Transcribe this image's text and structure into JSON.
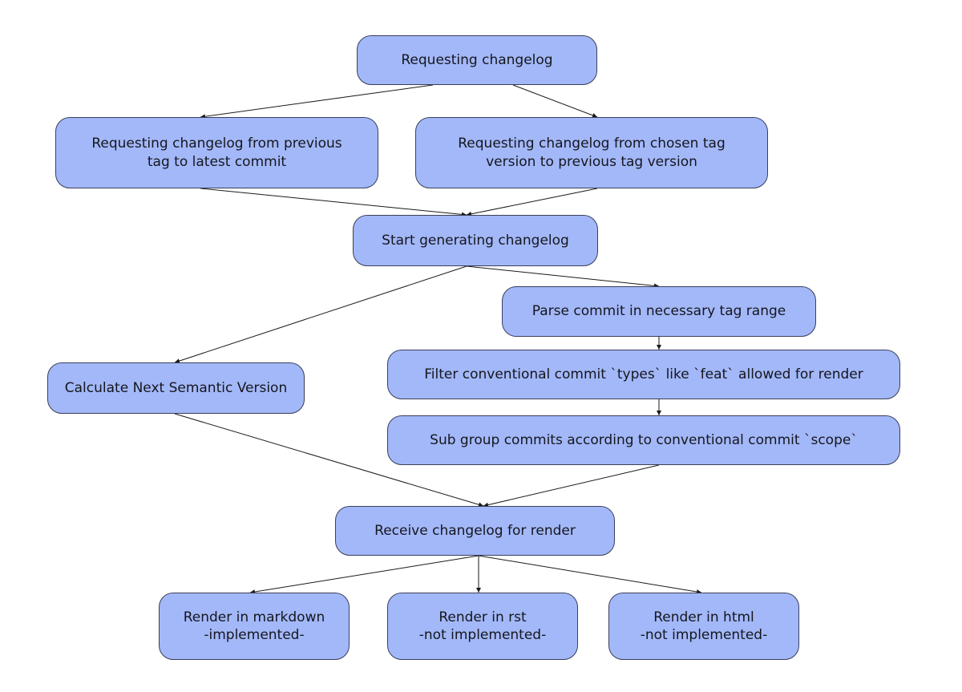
{
  "diagram": {
    "nodes": {
      "requesting": {
        "line1": "Requesting changelog"
      },
      "from_previous": {
        "line1": "Requesting changelog from previous",
        "line2": "tag to latest commit"
      },
      "from_chosen": {
        "line1": "Requesting changelog from chosen tag",
        "line2": "version to previous tag version"
      },
      "start_generating": {
        "line1": "Start generating changelog"
      },
      "parse_commit": {
        "line1": "Parse commit in necessary tag range"
      },
      "calculate_version": {
        "line1": "Calculate Next Semantic Version"
      },
      "filter_types": {
        "line1": "Filter conventional commit `types` like `feat` allowed for render"
      },
      "sub_group": {
        "line1": "Sub group commits according to conventional commit `scope`"
      },
      "receive": {
        "line1": "Receive changelog for render"
      },
      "render_markdown": {
        "line1": "Render in markdown",
        "line2": "-implemented-"
      },
      "render_rst": {
        "line1": "Render in rst",
        "line2": "-not implemented-"
      },
      "render_html": {
        "line1": "Render in html",
        "line2": "-not implemented-"
      }
    },
    "edges": [
      {
        "from": "requesting",
        "to": "from_previous"
      },
      {
        "from": "requesting",
        "to": "from_chosen"
      },
      {
        "from": "from_previous",
        "to": "start_generating"
      },
      {
        "from": "from_chosen",
        "to": "start_generating"
      },
      {
        "from": "start_generating",
        "to": "calculate_version"
      },
      {
        "from": "start_generating",
        "to": "parse_commit"
      },
      {
        "from": "parse_commit",
        "to": "filter_types"
      },
      {
        "from": "filter_types",
        "to": "sub_group"
      },
      {
        "from": "calculate_version",
        "to": "receive"
      },
      {
        "from": "sub_group",
        "to": "receive"
      },
      {
        "from": "receive",
        "to": "render_markdown"
      },
      {
        "from": "receive",
        "to": "render_rst"
      },
      {
        "from": "receive",
        "to": "render_html"
      }
    ],
    "colors": {
      "node_fill": "#a3b8f8",
      "node_border": "#3a3f5c",
      "edge": "#1a1a1a"
    }
  }
}
